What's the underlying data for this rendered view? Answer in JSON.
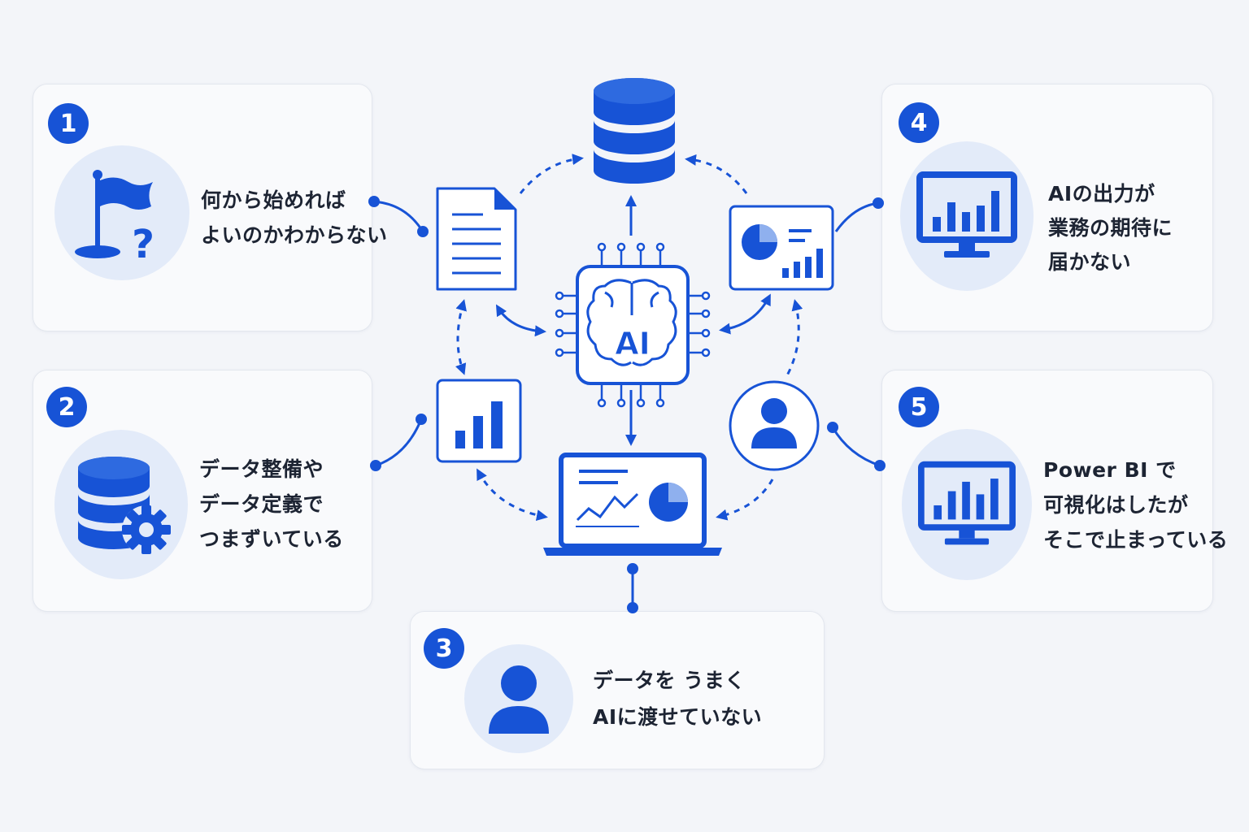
{
  "cards": [
    {
      "number": "1",
      "lines": [
        "何から始めれば",
        "よいのかわからない"
      ],
      "icon": "flag-question-icon"
    },
    {
      "number": "2",
      "lines": [
        "データ整備や",
        "データ定義で",
        "つまずいている"
      ],
      "icon": "database-gear-icon"
    },
    {
      "number": "3",
      "lines": [
        "データを うまく",
        "AIに渡せていない"
      ],
      "icon": "person-icon"
    },
    {
      "number": "4",
      "lines": [
        "AIの出力が",
        "業務の期待に",
        "届かない"
      ],
      "icon": "monitor-chart-icon"
    },
    {
      "number": "5",
      "lines": [
        "Power BI で",
        "可視化はしたが",
        "そこで止まっている"
      ],
      "icon": "monitor-chart-icon"
    }
  ],
  "center": {
    "chip_label": "AI"
  },
  "colors": {
    "accent": "#1753d6",
    "halo": "#e3ebf9",
    "background": "#f3f5f9"
  }
}
